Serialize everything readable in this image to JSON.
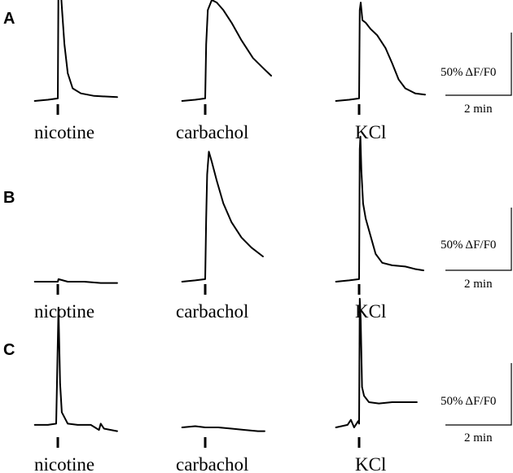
{
  "chart_data": [
    {
      "panel": "A",
      "type": "line",
      "traces": [
        {
          "label": "nicotine",
          "pts": [
            [
              -0.7,
              0.0
            ],
            [
              -0.3,
              0.01
            ],
            [
              0,
              0.02
            ],
            [
              0.02,
              0.95
            ],
            [
              0.06,
              1.0
            ],
            [
              0.12,
              0.75
            ],
            [
              0.2,
              0.45
            ],
            [
              0.3,
              0.22
            ],
            [
              0.45,
              0.1
            ],
            [
              0.7,
              0.06
            ],
            [
              1.1,
              0.04
            ],
            [
              1.8,
              0.03
            ]
          ]
        },
        {
          "label": "carbachol",
          "pts": [
            [
              -0.7,
              0.0
            ],
            [
              -0.3,
              0.01
            ],
            [
              0,
              0.02
            ],
            [
              0.03,
              0.45
            ],
            [
              0.08,
              0.72
            ],
            [
              0.2,
              0.8
            ],
            [
              0.35,
              0.78
            ],
            [
              0.55,
              0.72
            ],
            [
              0.8,
              0.62
            ],
            [
              1.1,
              0.48
            ],
            [
              1.45,
              0.34
            ],
            [
              1.8,
              0.25
            ],
            [
              2.0,
              0.2
            ]
          ]
        },
        {
          "label": "KCl",
          "pts": [
            [
              -0.7,
              0.0
            ],
            [
              -0.3,
              0.01
            ],
            [
              0,
              0.02
            ],
            [
              0.02,
              0.72
            ],
            [
              0.05,
              0.78
            ],
            [
              0.1,
              0.64
            ],
            [
              0.2,
              0.62
            ],
            [
              0.35,
              0.57
            ],
            [
              0.55,
              0.52
            ],
            [
              0.8,
              0.42
            ],
            [
              1.0,
              0.3
            ],
            [
              1.2,
              0.17
            ],
            [
              1.4,
              0.1
            ],
            [
              1.7,
              0.06
            ],
            [
              2.0,
              0.05
            ]
          ]
        }
      ]
    },
    {
      "panel": "B",
      "type": "line",
      "traces": [
        {
          "label": "nicotine",
          "pts": [
            [
              -0.7,
              0.0
            ],
            [
              -0.3,
              0.0
            ],
            [
              0,
              0.0
            ],
            [
              0.02,
              0.02
            ],
            [
              0.3,
              0.0
            ],
            [
              0.8,
              0.0
            ],
            [
              1.3,
              -0.01
            ],
            [
              1.8,
              -0.01
            ]
          ]
        },
        {
          "label": "carbachol",
          "pts": [
            [
              -0.7,
              0.0
            ],
            [
              -0.3,
              0.01
            ],
            [
              0,
              0.02
            ],
            [
              0.03,
              0.5
            ],
            [
              0.06,
              0.85
            ],
            [
              0.11,
              1.03
            ],
            [
              0.2,
              0.95
            ],
            [
              0.35,
              0.8
            ],
            [
              0.55,
              0.62
            ],
            [
              0.8,
              0.47
            ],
            [
              1.1,
              0.35
            ],
            [
              1.4,
              0.27
            ],
            [
              1.75,
              0.2
            ]
          ]
        },
        {
          "label": "KCl",
          "pts": [
            [
              -0.7,
              0.0
            ],
            [
              -0.3,
              0.01
            ],
            [
              0,
              0.02
            ],
            [
              0.02,
              1.05
            ],
            [
              0.04,
              1.15
            ],
            [
              0.07,
              0.88
            ],
            [
              0.12,
              0.62
            ],
            [
              0.2,
              0.5
            ],
            [
              0.35,
              0.36
            ],
            [
              0.5,
              0.22
            ],
            [
              0.7,
              0.15
            ],
            [
              1.0,
              0.13
            ],
            [
              1.4,
              0.12
            ],
            [
              1.7,
              0.1
            ],
            [
              1.95,
              0.09
            ]
          ]
        }
      ]
    },
    {
      "panel": "C",
      "type": "line",
      "traces": [
        {
          "label": "nicotine",
          "pts": [
            [
              -0.7,
              0.02
            ],
            [
              -0.3,
              0.02
            ],
            [
              -0.05,
              0.03
            ],
            [
              0.02,
              0.95
            ],
            [
              0.07,
              0.35
            ],
            [
              0.12,
              0.12
            ],
            [
              0.3,
              0.03
            ],
            [
              0.6,
              0.02
            ],
            [
              1.0,
              0.02
            ],
            [
              1.25,
              -0.02
            ],
            [
              1.3,
              0.03
            ],
            [
              1.4,
              -0.01
            ],
            [
              1.8,
              -0.03
            ]
          ]
        },
        {
          "label": "carbachol",
          "pts": [
            [
              -0.7,
              0.0
            ],
            [
              -0.3,
              0.01
            ],
            [
              0,
              0.0
            ],
            [
              0.4,
              0.0
            ],
            [
              0.8,
              -0.01
            ],
            [
              1.2,
              -0.02
            ],
            [
              1.6,
              -0.03
            ],
            [
              1.8,
              -0.03
            ]
          ]
        },
        {
          "label": "KCl",
          "pts": [
            [
              -0.7,
              0.0
            ],
            [
              -0.35,
              0.02
            ],
            [
              -0.25,
              0.06
            ],
            [
              -0.15,
              0.0
            ],
            [
              -0.03,
              0.05
            ],
            [
              0,
              0.03
            ],
            [
              0.02,
              1.02
            ],
            [
              0.05,
              0.85
            ],
            [
              0.09,
              0.32
            ],
            [
              0.15,
              0.25
            ],
            [
              0.3,
              0.2
            ],
            [
              0.6,
              0.19
            ],
            [
              1.0,
              0.2
            ],
            [
              1.4,
              0.2
            ],
            [
              1.75,
              0.2
            ]
          ]
        }
      ]
    }
  ],
  "scale_bar": {
    "y_label": "50% ΔF/F0",
    "x_label": "2 min"
  }
}
